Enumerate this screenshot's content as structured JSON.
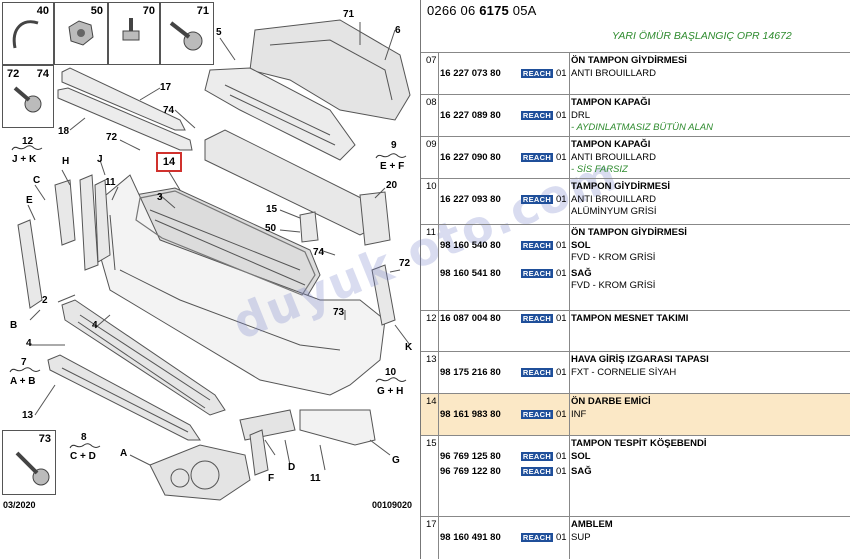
{
  "header": {
    "prefix": "0266 06 ",
    "bold": "6175",
    "suffix": " 05A"
  },
  "subtitle": "YARI ÖMÜR BAŞLANGIÇ OPR 14672",
  "diagram": {
    "date": "03/2020",
    "code": "00109020",
    "highlight": "14",
    "corner_boxes": [
      "40",
      "50",
      "70",
      "71",
      "72",
      "74",
      "73"
    ],
    "labels": [
      "71",
      "6",
      "5",
      "17",
      "74",
      "18",
      "72",
      "J",
      "H",
      "C",
      "E",
      "11",
      "3",
      "2",
      "B",
      "4",
      "7",
      "A + B",
      "13",
      "8",
      "C + D",
      "A",
      "F",
      "D",
      "G",
      "11",
      "10",
      "G + H",
      "K",
      "72",
      "73",
      "74",
      "50",
      "15",
      "20",
      "9",
      "E + F",
      "12",
      "J + K",
      "4",
      "14"
    ]
  },
  "watermark": "duyuk oto.com",
  "rows": [
    {
      "no": "07",
      "items": [
        {
          "pn": "16 227 073 80",
          "qty": "01",
          "lines": [
            {
              "t": "ÖN TAMPON GİYDİRMESİ",
              "s": "b"
            },
            {
              "t": "ANTI BROUILLARD",
              "s": ""
            }
          ]
        }
      ]
    },
    {
      "no": "08",
      "items": [
        {
          "pn": "16 227 089 80",
          "qty": "01",
          "lines": [
            {
              "t": "TAMPON KAPAĞI",
              "s": "b"
            },
            {
              "t": "DRL",
              "s": ""
            },
            {
              "t": "- AYDINLATMASIZ BÜTÜN ALAN",
              "s": "g"
            }
          ]
        }
      ]
    },
    {
      "no": "09",
      "items": [
        {
          "pn": "16 227 090 80",
          "qty": "01",
          "lines": [
            {
              "t": "TAMPON KAPAĞI",
              "s": "b"
            },
            {
              "t": "ANTI BROUILLARD",
              "s": ""
            },
            {
              "t": "- SİS FARSIZ",
              "s": "g"
            }
          ]
        }
      ]
    },
    {
      "no": "10",
      "items": [
        {
          "pn": "16 227 093 80",
          "qty": "01",
          "lines": [
            {
              "t": "TAMPON GİYDİRMESİ",
              "s": "b"
            },
            {
              "t": "ANTI BROUILLARD",
              "s": ""
            },
            {
              "t": "ALÜMİNYUM GRİSİ",
              "s": ""
            }
          ]
        }
      ]
    },
    {
      "no": "11",
      "items": [
        {
          "pn": "98 160 540 80",
          "qty": "01",
          "lines": [
            {
              "t": "ÖN TAMPON GİYDİRMESİ",
              "s": "b"
            },
            {
              "t": "SOL",
              "s": "b"
            },
            {
              "t": "FVD - KROM GRİSİ",
              "s": ""
            }
          ]
        },
        {
          "pn": "98 160 541 80",
          "qty": "01",
          "lines": [
            {
              "t": "SAĞ",
              "s": "b"
            },
            {
              "t": "FVD - KROM GRİSİ",
              "s": ""
            }
          ]
        }
      ]
    },
    {
      "no": "12",
      "items": [
        {
          "pn": "16 087 004 80",
          "qty": "01",
          "lines": [
            {
              "t": "TAMPON MESNET TAKIMI",
              "s": "b"
            }
          ]
        }
      ]
    },
    {
      "no": "13",
      "items": [
        {
          "pn": "98 175 216 80",
          "qty": "01",
          "lines": [
            {
              "t": "HAVA GİRİŞ IZGARASI TAPASI",
              "s": "b"
            },
            {
              "t": "FXT - CORNELIE SİYAH",
              "s": ""
            }
          ]
        }
      ]
    },
    {
      "no": "14",
      "hl": true,
      "items": [
        {
          "pn": "98 161 983 80",
          "qty": "01",
          "lines": [
            {
              "t": "ÖN DARBE EMİCİ",
              "s": "b"
            },
            {
              "t": "INF",
              "s": ""
            }
          ]
        }
      ]
    },
    {
      "no": "15",
      "items": [
        {
          "pn": "96 769 125 80",
          "qty": "01",
          "lines": [
            {
              "t": "TAMPON TESPİT KÖŞEBENDİ",
              "s": "b"
            },
            {
              "t": "SOL",
              "s": "b"
            }
          ]
        },
        {
          "pn": "96 769 122 80",
          "qty": "01",
          "lines": [
            {
              "t": "SAĞ",
              "s": "b"
            }
          ]
        }
      ]
    },
    {
      "no": "17",
      "items": [
        {
          "pn": "98 160 491 80",
          "qty": "01",
          "lines": [
            {
              "t": "AMBLEM",
              "s": "b"
            },
            {
              "t": "SUP",
              "s": ""
            }
          ]
        }
      ]
    }
  ],
  "reach_label": "REACH",
  "colors": {
    "reach_bg": "#1f4f9a",
    "highlight_row": "#fbe8c6",
    "green_text": "#2e8b2e",
    "callout_red": "#d0312d"
  }
}
